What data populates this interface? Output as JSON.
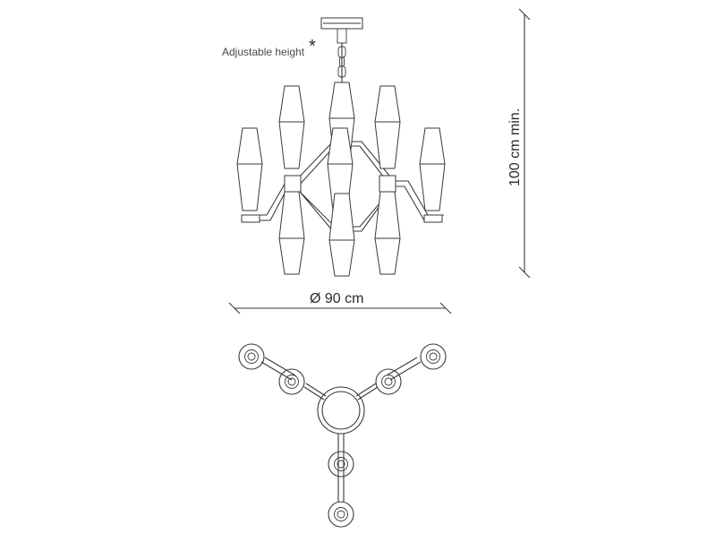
{
  "annotations": {
    "adjustable_height": "Adjustable height",
    "asterisk": "*"
  },
  "dimensions": {
    "height_label": "100 cm min.",
    "diameter_label": "Ø 90 cm"
  },
  "colors": {
    "line": "#3a3a3a",
    "background": "#ffffff"
  }
}
